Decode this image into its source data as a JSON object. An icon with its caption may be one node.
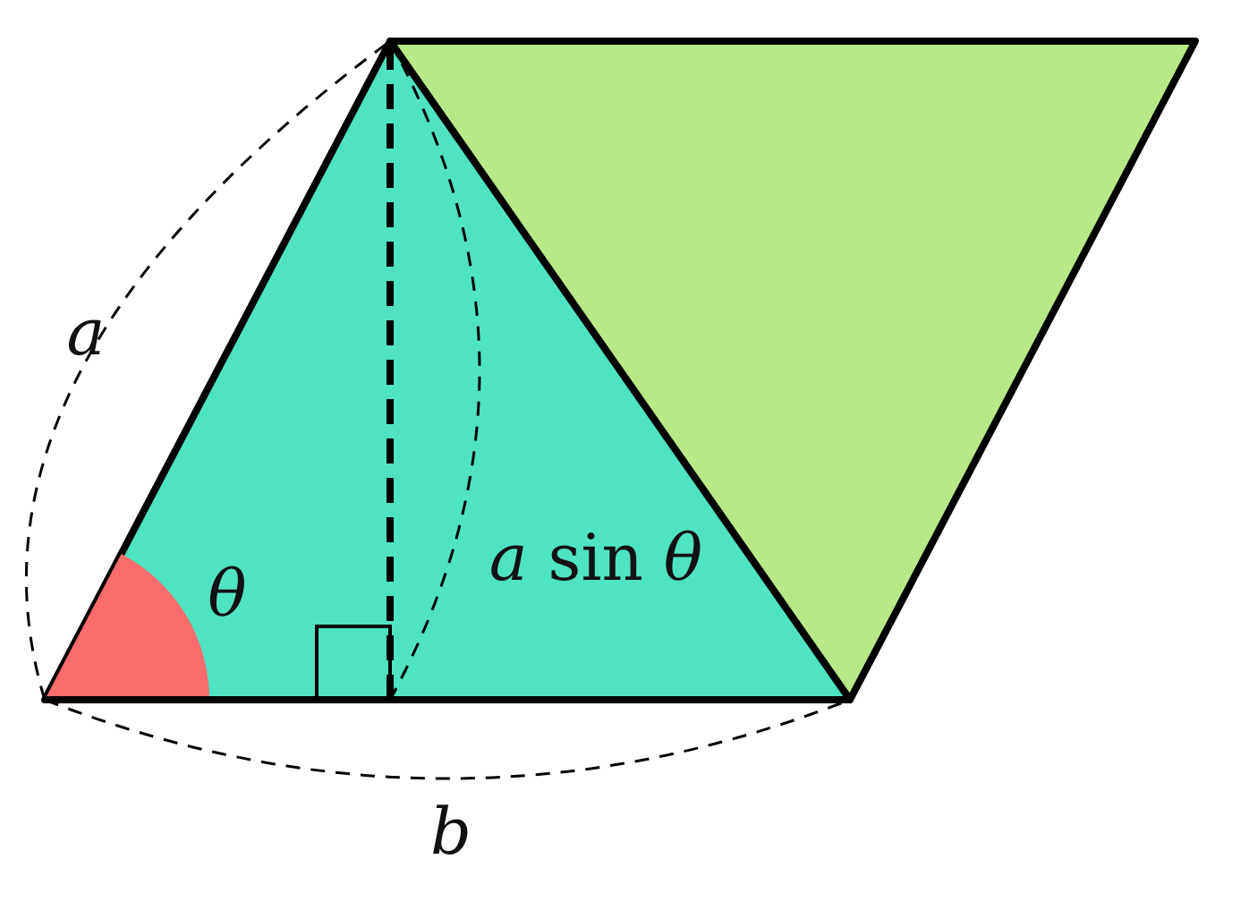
{
  "diagram": {
    "labels": [
      "a",
      "θ",
      "*a* sin *θ*",
      "b"
    ]
  }
}
